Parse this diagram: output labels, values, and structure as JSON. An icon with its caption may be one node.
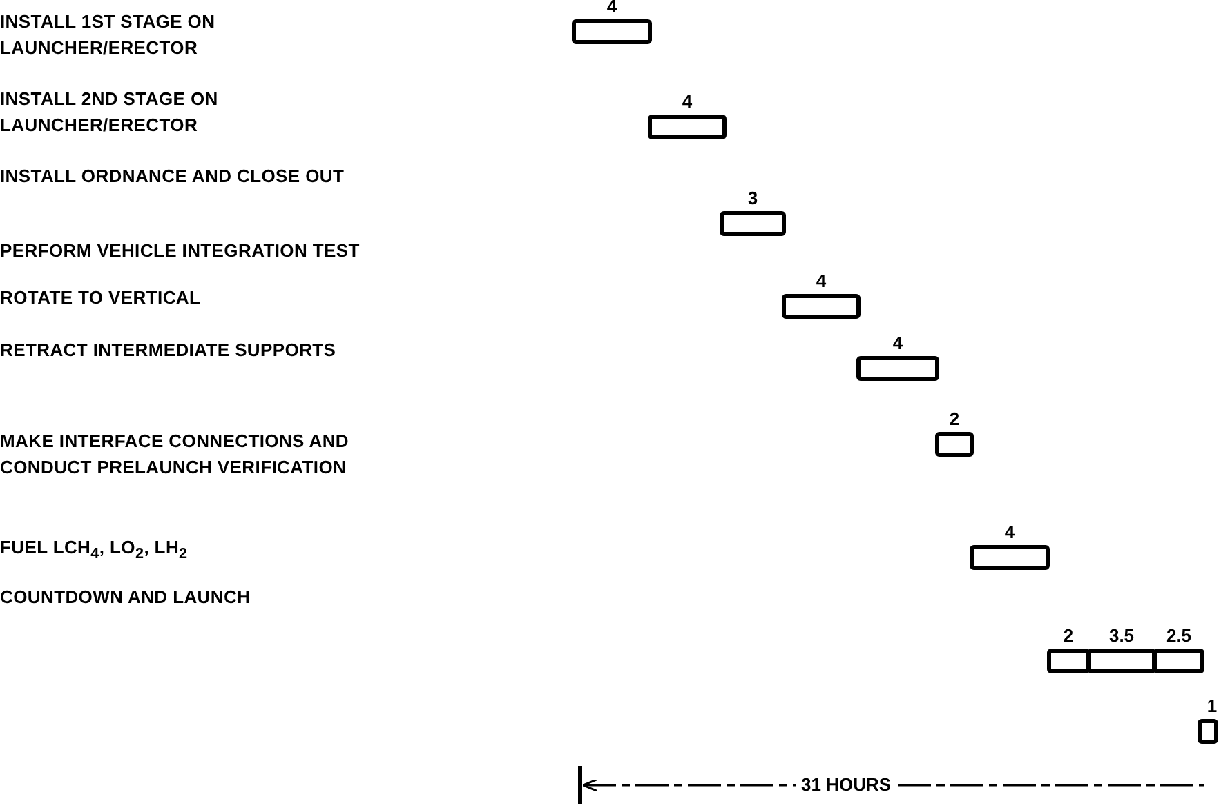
{
  "diagram": {
    "nodes": [
      {
        "text": [],
        "shape": "bar",
        "beside": [
          "4"
        ]
      },
      {
        "text": [],
        "shape": "bar",
        "beside": [
          "4"
        ]
      },
      {
        "text": [],
        "shape": "bar",
        "beside": [
          "3"
        ]
      },
      {
        "text": [],
        "shape": "bar",
        "beside": [
          "4"
        ]
      },
      {
        "text": [],
        "shape": "bar",
        "beside": [
          "4"
        ]
      },
      {
        "text": [],
        "shape": "bar",
        "beside": [
          "2"
        ]
      },
      {
        "text": [],
        "shape": "bar",
        "beside": [
          "4"
        ]
      },
      {
        "text": [],
        "shape": "bar",
        "beside": [
          "2"
        ]
      },
      {
        "text": [],
        "shape": "bar",
        "beside": [
          "3.5"
        ]
      },
      {
        "text": [],
        "shape": "bar",
        "beside": [
          "2.5"
        ]
      },
      {
        "text": [],
        "shape": "bar",
        "beside": [
          "1"
        ]
      }
    ],
    "labels": [
      "INSTALL 1ST STAGE ON LAUNCHER/ERECTOR",
      "INSTALL 2ND STAGE ON LAUNCHER/ERECTOR",
      "INSTALL ORDNANCE AND CLOSE OUT",
      "PERFORM VEHICLE INTEGRATION TEST",
      "ROTATE TO VERTICAL",
      "RETRACT INTERMEDIATE SUPPORTS",
      "MAKE INTERFACE CONNECTIONS AND CONDUCT PRELAUNCH VERIFICATION",
      "FUEL LCH$_{4}$, LO$_{2}$, LH$_{2}$",
      "COUNTDOWN AND LAUNCH",
      "31 HOURS"
    ]
  }
}
